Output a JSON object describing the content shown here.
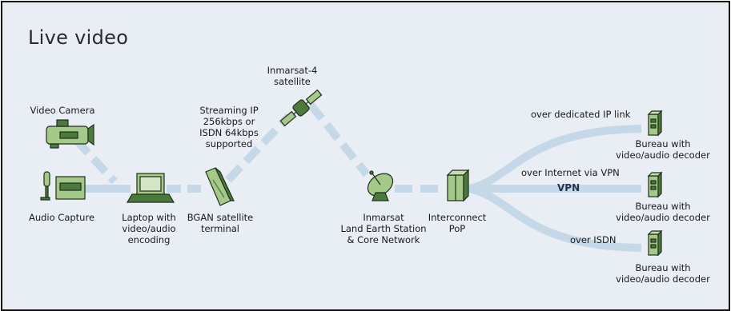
{
  "title": "Live video",
  "labels": {
    "video_camera": "Video Camera",
    "audio_capture": "Audio Capture",
    "laptop": "Laptop with\nvideo/audio\nencoding",
    "bgan": "BGAN satellite\nterminal",
    "streaming": "Streaming IP\n256kbps or\nISDN 64kbps\nsupported",
    "satellite": "Inmarsat-4\nsatellite",
    "land_station": "Inmarsat\nLand Earth Station\n& Core Network",
    "interconnect": "Interconnect\nPoP",
    "route_ip": "over dedicated IP link",
    "route_vpn": "over Internet via VPN",
    "route_isdn": "over ISDN",
    "vpn_badge": "VPN",
    "bureau_1": "Bureau with\nvideo/audio decoder",
    "bureau_2": "Bureau with\nvideo/audio decoder",
    "bureau_3": "Bureau with\nvideo/audio decoder"
  },
  "colors": {
    "background": "#e8eef3",
    "link": "#c5d8e8",
    "device_fill": "#a5c989",
    "device_dark": "#4c7a3c",
    "outline": "#1f2d1c"
  },
  "icons": [
    "video-camera-icon",
    "microphone-icon",
    "laptop-icon",
    "bgan-terminal-icon",
    "satellite-icon",
    "dish-icon",
    "interconnect-icon",
    "decoder-icon"
  ]
}
